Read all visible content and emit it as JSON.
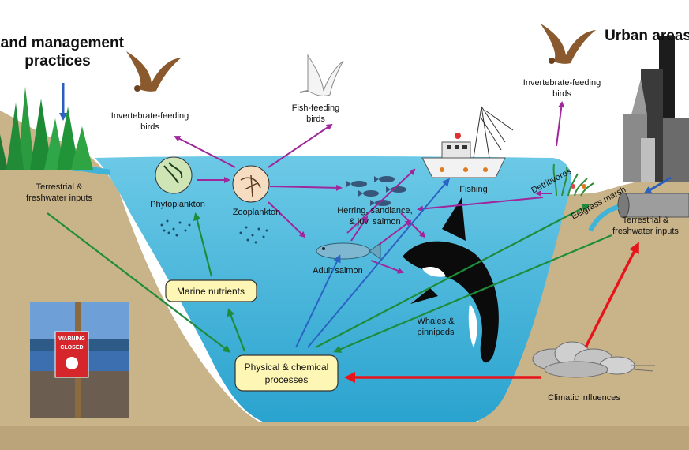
{
  "headings": {
    "land": [
      "Land management",
      "practices"
    ],
    "urban": "Urban areas"
  },
  "labels": {
    "terrestrial_left": [
      "Terrestrial &",
      "freshwater inputs"
    ],
    "terrestrial_right": [
      "Terrestrial &",
      "freshwater inputs"
    ],
    "invert_birds_left": [
      "Invertebrate-feeding",
      "birds"
    ],
    "invert_birds_right": [
      "Invertebrate-feeding",
      "birds"
    ],
    "fish_birds": [
      "Fish-feeding",
      "birds"
    ],
    "phytoplankton": "Phytoplankton",
    "zooplankton": "Zooplankton",
    "herring": [
      "Herring, sandlance,",
      "& juv. salmon"
    ],
    "adult_salmon": "Adult salmon",
    "whales": [
      "Whales &",
      "pinnipeds"
    ],
    "fishing": "Fishing",
    "detritivores": "Detritivores",
    "eelgrass": "Eelgrass marsh",
    "climatic": "Climatic influences"
  },
  "boxes": {
    "marine_nutrients": "Marine nutrients",
    "physical": [
      "Physical & chemical",
      "processes"
    ]
  },
  "sign": {
    "warning": "WARNING",
    "closed": "CLOSED"
  },
  "colors": {
    "water": "#3fb3d8",
    "land": "#c9b48a",
    "box_fill": "#fdf6b4",
    "arrow_purple": "#a0269c",
    "arrow_green": "#1e8c3a",
    "arrow_blue": "#2a63c4",
    "arrow_red": "#e8141b",
    "arrow_darkblue": "#2a5fbf"
  },
  "icons": [
    "forest-icon",
    "bird-icon",
    "gull-icon",
    "fishing-boat-icon",
    "orca-icon",
    "salmon-icon",
    "fish-school-icon",
    "phytoplankton-icon",
    "zooplankton-icon",
    "city-icon",
    "pipe-icon",
    "cloud-icon",
    "eelgrass-icon",
    "warning-sign-photo"
  ]
}
